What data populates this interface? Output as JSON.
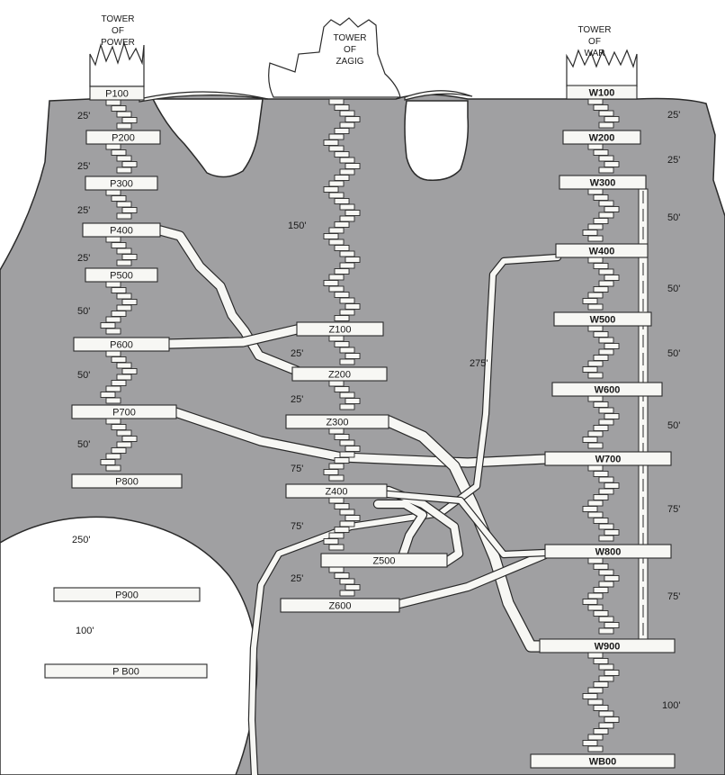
{
  "towers": {
    "power": {
      "title_lines": [
        "TOWER",
        "OF",
        "POWER"
      ]
    },
    "zagig": {
      "title_lines": [
        "TOWER",
        "OF",
        "ZAGIG"
      ]
    },
    "war": {
      "title_lines": [
        "TOWER",
        "OF",
        "WAR"
      ]
    }
  },
  "levels": {
    "power": [
      "P100",
      "P200",
      "P300",
      "P400",
      "P500",
      "P600",
      "P700",
      "P800"
    ],
    "power_deep": [
      "P900",
      "P B00"
    ],
    "zagig": [
      "Z100",
      "Z200",
      "Z300",
      "Z400",
      "Z500",
      "Z600"
    ],
    "war": [
      "W100",
      "W200",
      "W300",
      "W400",
      "W500",
      "W600",
      "W700",
      "W800",
      "W900",
      "WB00"
    ]
  },
  "distances": {
    "power": [
      "25'",
      "25'",
      "25'",
      "25'",
      "50'",
      "50'",
      "50'"
    ],
    "power_deep": [
      "250'",
      "100'"
    ],
    "zagig": [
      "150'",
      "25'",
      "25'",
      "75'",
      "75'",
      "25'"
    ],
    "war": [
      "25'",
      "25'",
      "50'",
      "50'",
      "50'",
      "50'",
      "75'",
      "75'",
      "100'"
    ],
    "tunnel": "275'"
  },
  "colors": {
    "rock": "#a0a0a2",
    "stair": "#f7f7f4",
    "line": "#2a2a2a",
    "sky": "#ffffff"
  }
}
